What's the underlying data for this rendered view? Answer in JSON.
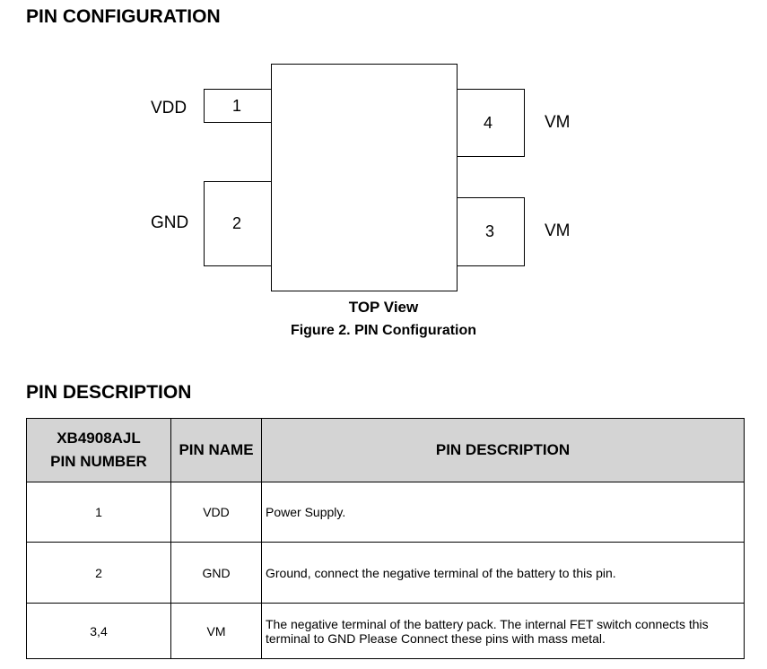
{
  "pin_configuration": {
    "heading": "PIN CONFIGURATION",
    "pins": [
      {
        "number": "1",
        "label": "VDD"
      },
      {
        "number": "2",
        "label": "GND"
      },
      {
        "number": "3",
        "label": "VM"
      },
      {
        "number": "4",
        "label": "VM"
      }
    ],
    "view_label": "TOP View",
    "figure_caption": "Figure 2.  PIN Configuration"
  },
  "pin_description": {
    "heading": "PIN DESCRIPTION",
    "columns": {
      "pin_number_line1": "XB4908AJL",
      "pin_number_line2": "PIN NUMBER",
      "pin_name": "PIN NAME",
      "description": "PIN DESCRIPTION"
    },
    "rows": [
      {
        "number": "1",
        "name": "VDD",
        "description": "Power Supply."
      },
      {
        "number": "2",
        "name": "GND",
        "description": "Ground, connect the negative terminal of the battery to this pin."
      },
      {
        "number": "3,4",
        "name": "VM",
        "description": "The negative terminal of the battery pack. The internal FET switch connects this terminal to GND  Please Connect these pins with mass metal."
      }
    ]
  }
}
